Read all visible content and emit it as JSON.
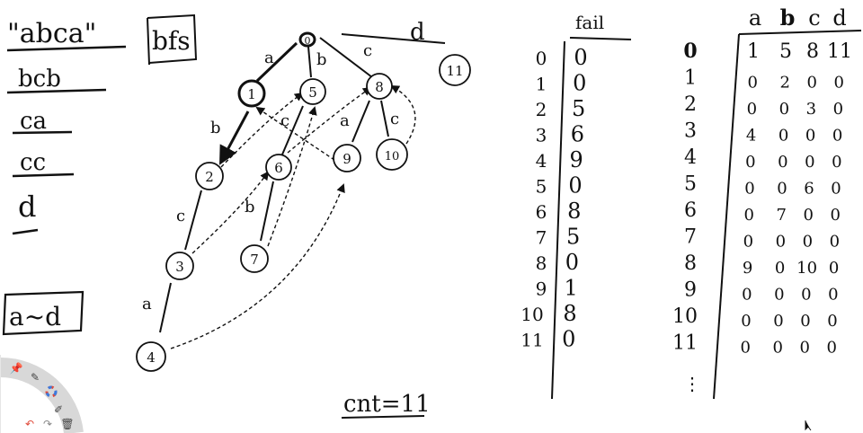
{
  "words": {
    "quote_word": "\"abca\"",
    "items": [
      "bcb",
      "ca",
      "cc",
      "d"
    ]
  },
  "mode_label": "bfs",
  "alphabet_label": "a~d",
  "counter_label": "cnt=11",
  "trie": {
    "nodes": [
      "0",
      "1",
      "2",
      "3",
      "4",
      "5",
      "6",
      "7",
      "8",
      "9",
      "10",
      "11"
    ],
    "edge_labels": [
      "a",
      "b",
      "c",
      "d",
      "b",
      "c",
      "a",
      "b",
      "a",
      "c",
      "c"
    ]
  },
  "fail_table": {
    "header": "fail",
    "rows": [
      {
        "id": "0",
        "fail": "0"
      },
      {
        "id": "1",
        "fail": "0"
      },
      {
        "id": "2",
        "fail": "5"
      },
      {
        "id": "3",
        "fail": "6"
      },
      {
        "id": "4",
        "fail": "9"
      },
      {
        "id": "5",
        "fail": "0"
      },
      {
        "id": "6",
        "fail": "8"
      },
      {
        "id": "7",
        "fail": "5"
      },
      {
        "id": "8",
        "fail": "0"
      },
      {
        "id": "9",
        "fail": "1"
      },
      {
        "id": "10",
        "fail": "8"
      },
      {
        "id": "11",
        "fail": "0"
      }
    ]
  },
  "trans_table": {
    "headers": [
      "a",
      "b",
      "c",
      "d"
    ],
    "rows": [
      {
        "id": "0",
        "cells": [
          "1",
          "5",
          "8",
          "11"
        ]
      },
      {
        "id": "1",
        "cells": [
          "0",
          "2",
          "0",
          "0"
        ]
      },
      {
        "id": "2",
        "cells": [
          "0",
          "0",
          "3",
          "0"
        ]
      },
      {
        "id": "3",
        "cells": [
          "4",
          "0",
          "0",
          "0"
        ]
      },
      {
        "id": "4",
        "cells": [
          "0",
          "0",
          "0",
          "0"
        ]
      },
      {
        "id": "5",
        "cells": [
          "0",
          "0",
          "6",
          "0"
        ]
      },
      {
        "id": "6",
        "cells": [
          "0",
          "7",
          "0",
          "0"
        ]
      },
      {
        "id": "7",
        "cells": [
          "0",
          "0",
          "0",
          "0"
        ]
      },
      {
        "id": "8",
        "cells": [
          "9",
          "0",
          "10",
          "0"
        ]
      },
      {
        "id": "9",
        "cells": [
          "0",
          "0",
          "0",
          "0"
        ]
      },
      {
        "id": "10",
        "cells": [
          "0",
          "0",
          "0",
          "0"
        ]
      },
      {
        "id": "11",
        "cells": [
          "0",
          "0",
          "0",
          "0"
        ]
      }
    ],
    "continuation": "⋮"
  },
  "toolbar": {
    "icons": [
      "pin-icon",
      "pen-icon",
      "color-wheel-icon",
      "highlighter-icon",
      "undo-icon",
      "redo-icon",
      "trash-icon"
    ],
    "accent": "#e04a3a"
  }
}
